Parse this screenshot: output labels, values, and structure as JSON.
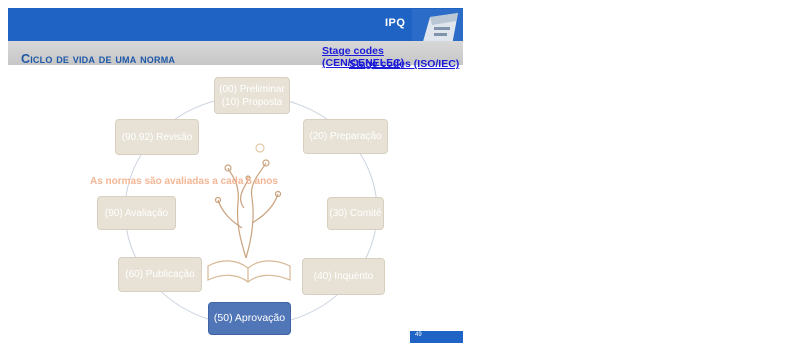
{
  "header": {
    "logo_text": "IPQ",
    "title": "Ciclo de vida de uma norma",
    "link_cenelec": "Stage codes (CEN/CENELEC)",
    "link_iso": "Stage codes (ISO/IEC)"
  },
  "cycle": {
    "nodes": [
      {
        "line1": "(00) Preliminar",
        "line2": "(10) Proposta"
      },
      {
        "label": "(20) Preparação"
      },
      {
        "label": "(30) Comité"
      },
      {
        "label": "(40) Inquérito"
      },
      {
        "label": "(50) Aprovação"
      },
      {
        "label": "(60) Publicação"
      },
      {
        "label": "(90) Avaliação"
      },
      {
        "label": "(90.92) Revisão"
      }
    ],
    "note": "As normas são avaliadas a cada 5 anos"
  },
  "footer": {
    "page_number": "49"
  },
  "colors": {
    "header_blue": "#1f64c4",
    "node_fill": "#e7e2d5",
    "active_node_fill": "#5076b7",
    "title_color": "#1c57a8",
    "note_color": "#f3b695"
  }
}
